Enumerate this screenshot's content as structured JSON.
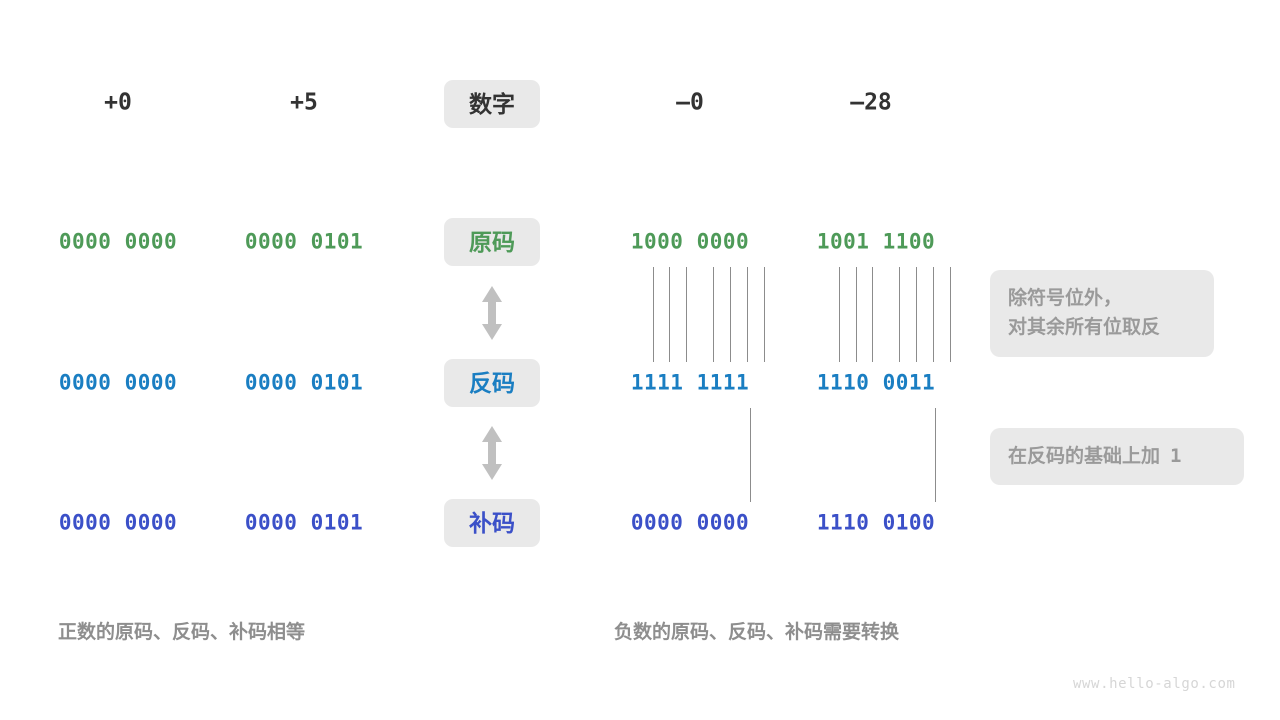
{
  "meta": {
    "watermark": "www.hello-algo.com",
    "colors": {
      "green": "#4e9a58",
      "blue": "#1a7ec2",
      "indigo": "#3b50c8",
      "pill_bg": "#e9e9e9",
      "note_text": "#9a9a9a",
      "caption_text": "#8e8e8e",
      "line": "#8c8c8c",
      "header_text": "#333333",
      "background": "#ffffff"
    }
  },
  "header": {
    "number_label": "数字",
    "columns": [
      {
        "key": "pos0",
        "value": "+0"
      },
      {
        "key": "pos5",
        "value": "+5"
      },
      {
        "key": "neg0",
        "value": "–0"
      },
      {
        "key": "neg28",
        "value": "–28"
      }
    ]
  },
  "rows": [
    {
      "key": "sign_magnitude",
      "label": "原码",
      "color_name": "green",
      "values": {
        "pos0": "0000 0000",
        "pos5": "0000 0101",
        "neg0": "1000 0000",
        "neg28": "1001 1100"
      }
    },
    {
      "key": "ones_complement",
      "label": "反码",
      "color_name": "blue",
      "values": {
        "pos0": "0000 0000",
        "pos5": "0000 0101",
        "neg0": "1111 1111",
        "neg28": "1110 0011"
      }
    },
    {
      "key": "twos_complement",
      "label": "补码",
      "color_name": "indigo",
      "values": {
        "pos0": "0000 0000",
        "pos5": "0000 0101",
        "neg0": "0000 0000",
        "neg28": "1110 0100"
      }
    }
  ],
  "arrows": [
    {
      "key": "arrow-orig-to-ones",
      "glyph": "double-arrow-vertical"
    },
    {
      "key": "arrow-ones-to-twos",
      "glyph": "double-arrow-vertical"
    }
  ],
  "notes": [
    {
      "key": "invert-bits",
      "text": "除符号位外，\n对其余所有位取反"
    },
    {
      "key": "add-one",
      "text": "在反码的基础上加",
      "suffix": "1"
    }
  ],
  "captions": [
    {
      "key": "positive",
      "text": "正数的原码、反码、补码相等"
    },
    {
      "key": "negative",
      "text": "负数的原码、反码、补码需要转换"
    }
  ]
}
